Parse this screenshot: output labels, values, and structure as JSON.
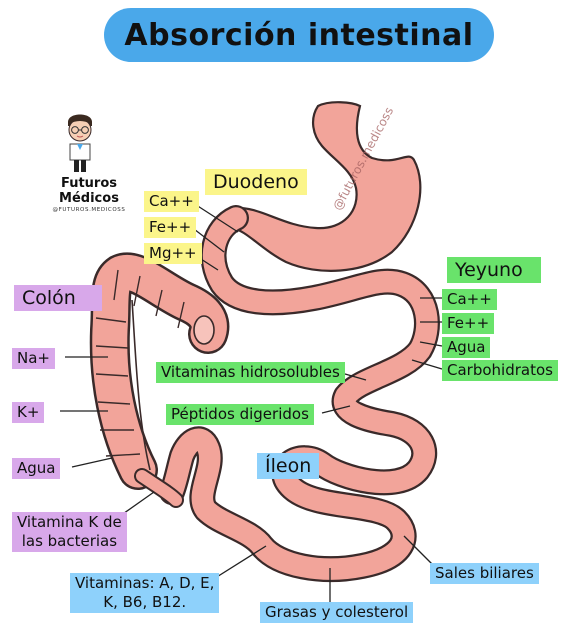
{
  "title": "Absorción intestinal",
  "brand": {
    "name_line1": "Futuros",
    "name_line2": "Médicos",
    "handle": "@FUTUROS.MEDICOSS"
  },
  "watermark": "@futuros.medicoss",
  "colors": {
    "title_bg": "#4aa8ea",
    "yellow": "#fbf58a",
    "green": "#69e36b",
    "purple": "#d8a8ea",
    "blue": "#8ed1fb",
    "intestine": "#f2a49a",
    "outline": "#3a2a2a"
  },
  "sections": {
    "duodeno": "Duodeno",
    "yeyuno": "Yeyuno",
    "colon": "Colón",
    "ileon": "Íleon"
  },
  "duodeno_items": [
    "Ca++",
    "Fe++",
    "Mg++"
  ],
  "yeyuno_items": [
    "Ca++",
    "Fe++",
    "Agua",
    "Carbohidratos"
  ],
  "colon_items": [
    "Na+",
    "K+",
    "Agua"
  ],
  "colon_vitamin": {
    "line1": "Vitamina K de",
    "line2": "las bacterias"
  },
  "middle_items": {
    "vitaminas_hidrosolubles": "Vitaminas hidrosolubles",
    "peptidos": "Péptidos digeridos"
  },
  "ileon_items": {
    "vitaminas_line1": "Vitaminas: A, D, E,",
    "vitaminas_line2": "K, B6, B12.",
    "grasas": "Grasas y colesterol",
    "sales": "Sales biliares"
  }
}
